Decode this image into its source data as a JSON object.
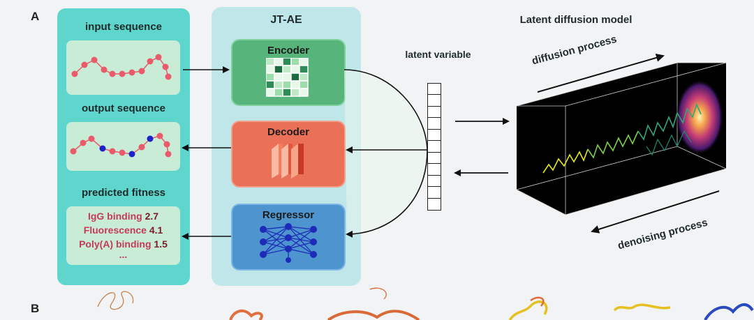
{
  "panel_labels": {
    "a": "A",
    "b": "B"
  },
  "left_panel": {
    "input_label": "input sequence",
    "output_label": "output sequence",
    "fitness_label": "predicted fitness",
    "fitness_items": [
      {
        "name": "IgG binding",
        "value": "2.7"
      },
      {
        "name": "Fluorescence",
        "value": "4.1"
      },
      {
        "name": "Poly(A) binding",
        "value": "1.5"
      }
    ],
    "fitness_more": "..."
  },
  "jtae": {
    "title": "JT-AE",
    "encoder": "Encoder",
    "decoder": "Decoder",
    "regressor": "Regressor"
  },
  "latent_label": "latent variable",
  "diffusion": {
    "title": "Latent diffusion model",
    "forward": "diffusion process",
    "reverse": "denoising process"
  },
  "colors": {
    "left_panel": "#5fd6cd",
    "mid_panel": "#bfe7e9",
    "encoder": "#57b57b",
    "decoder": "#ea7058",
    "regressor": "#4e95cf",
    "residue": "#ea5a6a",
    "mutation": "#1d22c8"
  }
}
